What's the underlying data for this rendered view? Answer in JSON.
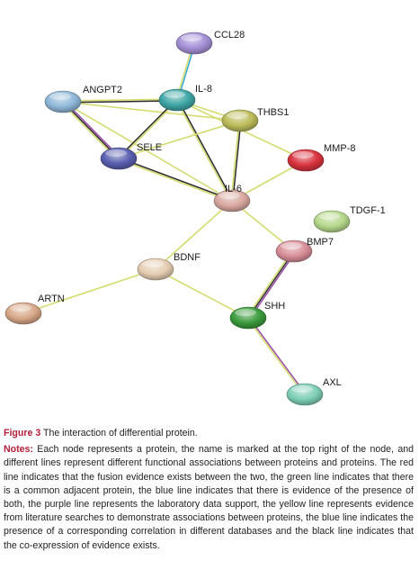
{
  "nodes": [
    {
      "id": "CCL28",
      "label": "CCL28",
      "color": "#a48fd6"
    },
    {
      "id": "ANGPT2",
      "label": "ANGPT2",
      "color": "#8fb8d8"
    },
    {
      "id": "IL-8",
      "label": "IL-8",
      "color": "#3fa6a6"
    },
    {
      "id": "THBS1",
      "label": "THBS1",
      "color": "#bcbc5a"
    },
    {
      "id": "SELE",
      "label": "SELE",
      "color": "#5a5fb0"
    },
    {
      "id": "MMP-8",
      "label": "MMP-8",
      "color": "#d8323e"
    },
    {
      "id": "IL-6",
      "label": "IL-6",
      "color": "#d9a8a0"
    },
    {
      "id": "TDGF-1",
      "label": "TDGF-1",
      "color": "#b6d88c"
    },
    {
      "id": "BMP7",
      "label": "BMP7",
      "color": "#d88e98"
    },
    {
      "id": "BDNF",
      "label": "BDNF",
      "color": "#e6cdb2"
    },
    {
      "id": "ARTN",
      "label": "ARTN",
      "color": "#d8a888"
    },
    {
      "id": "SHH",
      "label": "SHH",
      "color": "#3a9a3c"
    },
    {
      "id": "AXL",
      "label": "AXL",
      "color": "#7ecfb6"
    }
  ],
  "edges": [
    {
      "source": "CCL28",
      "target": "IL-8",
      "types": [
        "blue",
        "yellow"
      ]
    },
    {
      "source": "ANGPT2",
      "target": "IL-8",
      "types": [
        "yellow",
        "black"
      ]
    },
    {
      "source": "ANGPT2",
      "target": "SELE",
      "types": [
        "purple",
        "black",
        "yellow"
      ]
    },
    {
      "source": "ANGPT2",
      "target": "THBS1",
      "types": [
        "yellow"
      ]
    },
    {
      "source": "ANGPT2",
      "target": "IL-6",
      "types": [
        "yellow"
      ]
    },
    {
      "source": "IL-8",
      "target": "SELE",
      "types": [
        "yellow",
        "black"
      ]
    },
    {
      "source": "IL-8",
      "target": "THBS1",
      "types": [
        "yellow"
      ]
    },
    {
      "source": "IL-8",
      "target": "IL-6",
      "types": [
        "black",
        "yellow"
      ]
    },
    {
      "source": "IL-8",
      "target": "MMP-8",
      "types": [
        "yellow"
      ]
    },
    {
      "source": "THBS1",
      "target": "SELE",
      "types": [
        "yellow"
      ]
    },
    {
      "source": "THBS1",
      "target": "IL-6",
      "types": [
        "black",
        "yellow"
      ]
    },
    {
      "source": "SELE",
      "target": "IL-6",
      "types": [
        "black",
        "yellow"
      ]
    },
    {
      "source": "MMP-8",
      "target": "IL-6",
      "types": [
        "yellow"
      ]
    },
    {
      "source": "IL-6",
      "target": "BMP7",
      "types": [
        "yellow"
      ]
    },
    {
      "source": "IL-6",
      "target": "BDNF",
      "types": [
        "yellow"
      ]
    },
    {
      "source": "BMP7",
      "target": "SHH",
      "types": [
        "purple",
        "black",
        "yellow"
      ]
    },
    {
      "source": "BDNF",
      "target": "SHH",
      "types": [
        "yellow"
      ]
    },
    {
      "source": "BDNF",
      "target": "ARTN",
      "types": [
        "yellow"
      ]
    },
    {
      "source": "SHH",
      "target": "AXL",
      "types": [
        "purple",
        "yellow"
      ]
    }
  ],
  "edge_colors": {
    "blue": "#35a9d6",
    "yellow": "#d4dc70",
    "black": "#2a2a2a",
    "purple": "#9a4aa6"
  },
  "caption": {
    "figure_label": "Figure 3",
    "title": "The interaction of differential protein.",
    "notes_label": "Notes:",
    "notes_text": "Each node represents a protein, the name is marked at the top right of the node, and different lines represent different functional associations between proteins and proteins. The red line indicates that the fusion evidence exists between the two, the green line indicates that there is a common adjacent protein, the blue line indicates that there is evidence of the presence of both, the purple line represents the laboratory data support, the yellow line represents evidence from literature searches to demonstrate associations between proteins, the blue line indicates the presence of a corresponding correlation in different databases and the black line indicates that the co-expression of evidence exists."
  }
}
